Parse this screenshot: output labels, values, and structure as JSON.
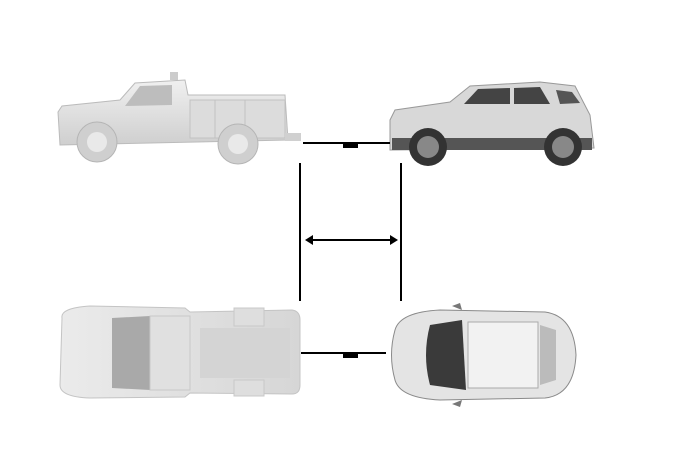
{
  "diagram": {
    "colors": {
      "background": "#ffffff",
      "line": "#000000",
      "vehicle_body": "#e6e6e6",
      "vehicle_shade": "#c8c8c8",
      "vehicle_dark": "#3a3a3a",
      "suv_body": "#d9d9d9"
    },
    "icons": [
      "utility-truck-side",
      "suv-side",
      "utility-truck-top",
      "suv-top",
      "double-arrow",
      "charging-cable"
    ]
  }
}
